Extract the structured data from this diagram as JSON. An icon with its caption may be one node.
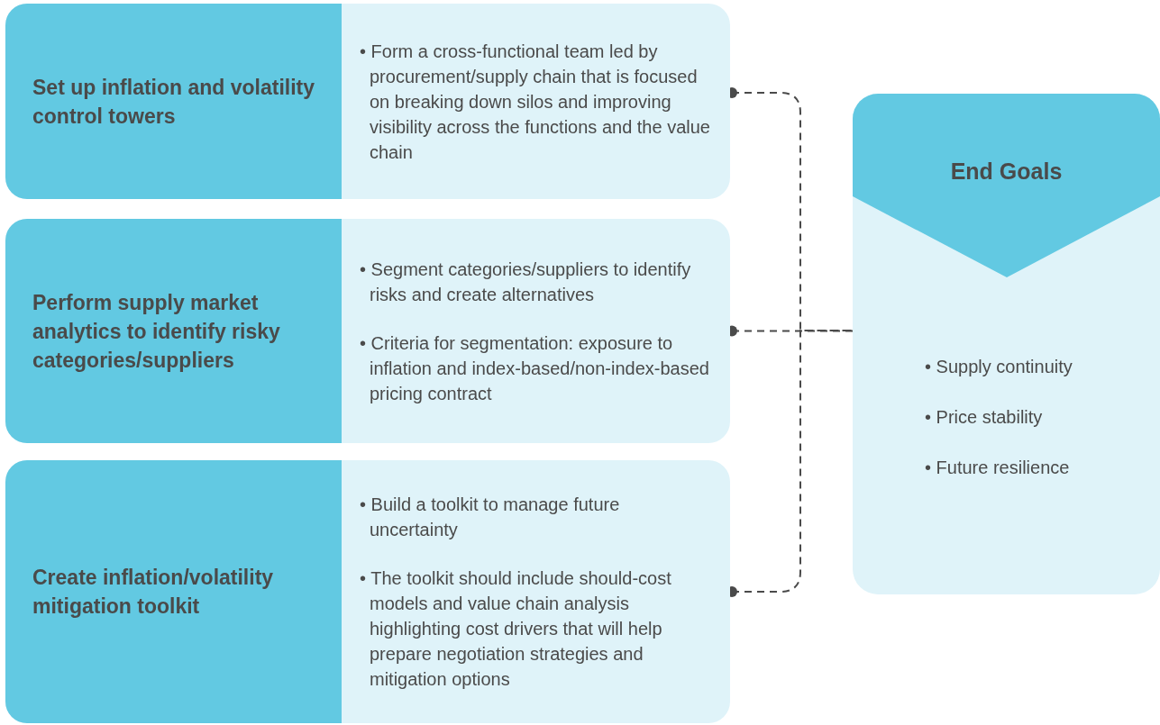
{
  "diagram": {
    "nodes": [
      {
        "text": [
          "Set up inflation and volatility control towers",
          "• Form a cross-functional team led by procurement/supply chain that is focused on breaking down silos and improving visibility across the functions and the value chain"
        ]
      },
      {
        "text": [
          "Perform supply market analytics to identify risky categories/suppliers",
          "• Segment categories/suppliers to identify risks and create alternatives",
          "• Criteria for segmentation: exposure to inflation and index-based/non-index-based pricing contract"
        ]
      },
      {
        "text": [
          "Create inflation/volatility mitigation toolkit",
          "• Build a toolkit to manage future uncertainty",
          "• The toolkit should include should-cost models and value chain analysis highlighting cost drivers that will help prepare negotiation strategies and mitigation options"
        ]
      },
      {
        "text": [
          "End Goals",
          "• Supply continuity",
          "• Price stability",
          "• Future resilience"
        ]
      }
    ],
    "edges": [
      {
        "from": 0,
        "to": 3,
        "arrow": "other",
        "style": "dashed"
      },
      {
        "from": 1,
        "to": 3,
        "arrow": "other",
        "style": "dashed"
      },
      {
        "from": 2,
        "to": 3,
        "arrow": "other",
        "style": "dashed"
      }
    ]
  }
}
